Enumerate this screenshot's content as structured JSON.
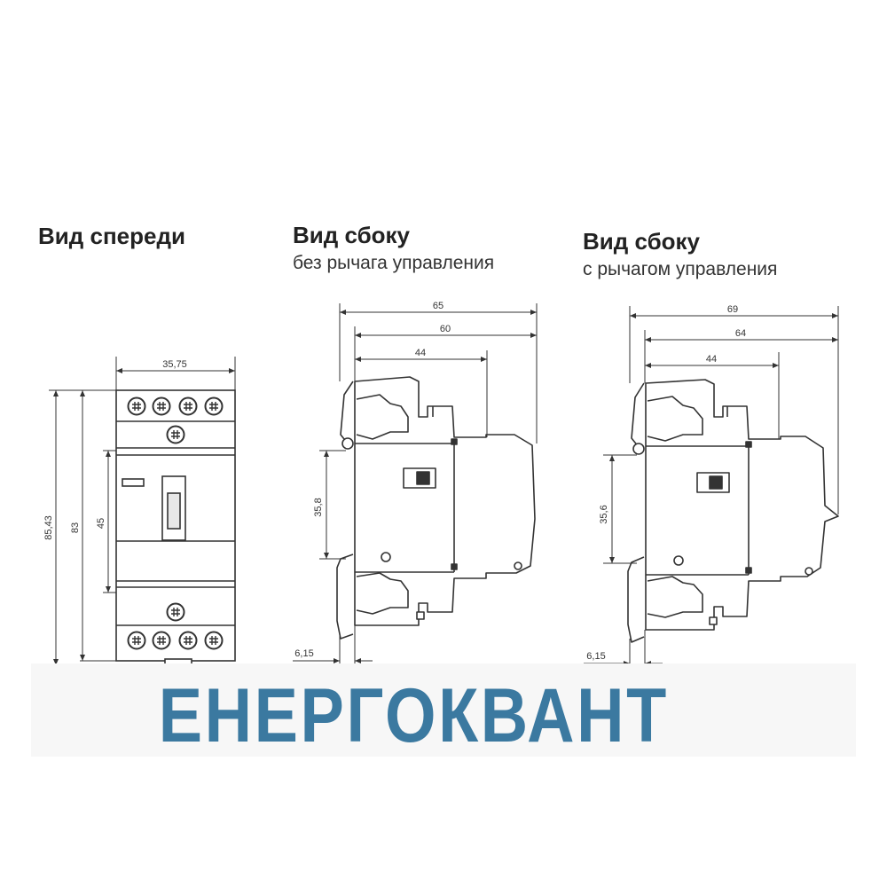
{
  "views": {
    "front": {
      "title": "Вид спереди"
    },
    "side_no_lever": {
      "title": "Вид сбоку",
      "subtitle": "без рычага управления"
    },
    "side_lever": {
      "title": "Вид сбоку",
      "subtitle": "с рычагом управления"
    }
  },
  "dimensions": {
    "front": {
      "width": "35,75",
      "height_total": "85,43",
      "height_body": "83",
      "height_window": "45"
    },
    "side_no_lever": {
      "depth_total": "65",
      "depth_body": "60",
      "depth_front": "44",
      "rail": "35,8",
      "offset": "6,15"
    },
    "side_lever": {
      "depth_total": "69",
      "depth_body": "64",
      "depth_front": "44",
      "rail": "35,6",
      "offset": "6,15"
    }
  },
  "brand": {
    "logo_text": "ЕНЕРГОКВАНТ",
    "color": "#3b79a0"
  },
  "colors": {
    "line": "#333333",
    "title": "#222222"
  }
}
